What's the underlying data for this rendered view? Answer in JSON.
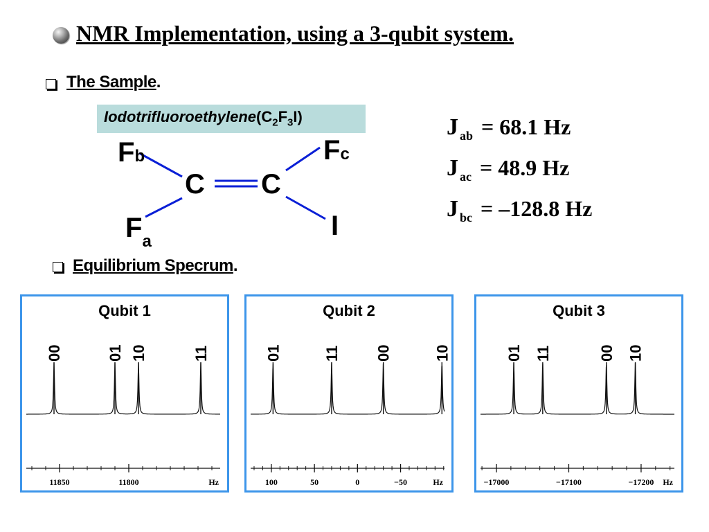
{
  "title": "NMR Implementation, using a 3-qubit system.",
  "sections": {
    "sample": "The Sample",
    "equilibrium": "Equilibrium Specrum"
  },
  "compound": {
    "name": "Iodotrifluoroethylene",
    "formula_open": "(C",
    "formula_c_sub": "2",
    "formula_f": "F",
    "formula_f_sub": "3",
    "formula_close": "I)"
  },
  "molecule": {
    "carbon": "C",
    "fluorine": "F",
    "iodine": "I",
    "sub_a": "a",
    "sub_b": "b",
    "sub_c": "c"
  },
  "couplings": [
    {
      "label": "J",
      "sub": "ab",
      "value": "= 68.1 Hz"
    },
    {
      "label": "J",
      "sub": "ac",
      "value": "= 48.9 Hz"
    },
    {
      "label": "J",
      "sub": "bc",
      "value": "= –128.8 Hz"
    }
  ],
  "chart_data": [
    {
      "type": "line",
      "title": "Qubit 1",
      "xlabel": "Hz",
      "x_reversed": true,
      "xlim": [
        11874,
        11734
      ],
      "tick_labels": [
        "11850",
        "11800"
      ],
      "tick_values": [
        11850,
        11800
      ],
      "peaks": [
        {
          "label": "00",
          "x": 11854
        },
        {
          "label": "01",
          "x": 11810
        },
        {
          "label": "10",
          "x": 11793
        },
        {
          "label": "11",
          "x": 11748
        }
      ]
    },
    {
      "type": "line",
      "title": "Qubit 2",
      "xlabel": "Hz",
      "x_reversed": true,
      "xlim": [
        124,
        -101
      ],
      "tick_labels": [
        "100",
        "50",
        "0",
        "−50"
      ],
      "tick_values": [
        100,
        50,
        0,
        -50
      ],
      "peaks": [
        {
          "label": "01",
          "x": 98
        },
        {
          "label": "11",
          "x": 30
        },
        {
          "label": "00",
          "x": -30
        },
        {
          "label": "10",
          "x": -98
        }
      ]
    },
    {
      "type": "line",
      "title": "Qubit 3",
      "xlabel": "Hz",
      "x_reversed": true,
      "xlim": [
        -16978,
        -17246
      ],
      "tick_labels": [
        "−17000",
        "−17100",
        "−17200"
      ],
      "tick_values": [
        -17000,
        -17100,
        -17200
      ],
      "peaks": [
        {
          "label": "01",
          "x": -17024
        },
        {
          "label": "11",
          "x": -17064
        },
        {
          "label": "00",
          "x": -17152
        },
        {
          "label": "10",
          "x": -17192
        }
      ]
    }
  ]
}
